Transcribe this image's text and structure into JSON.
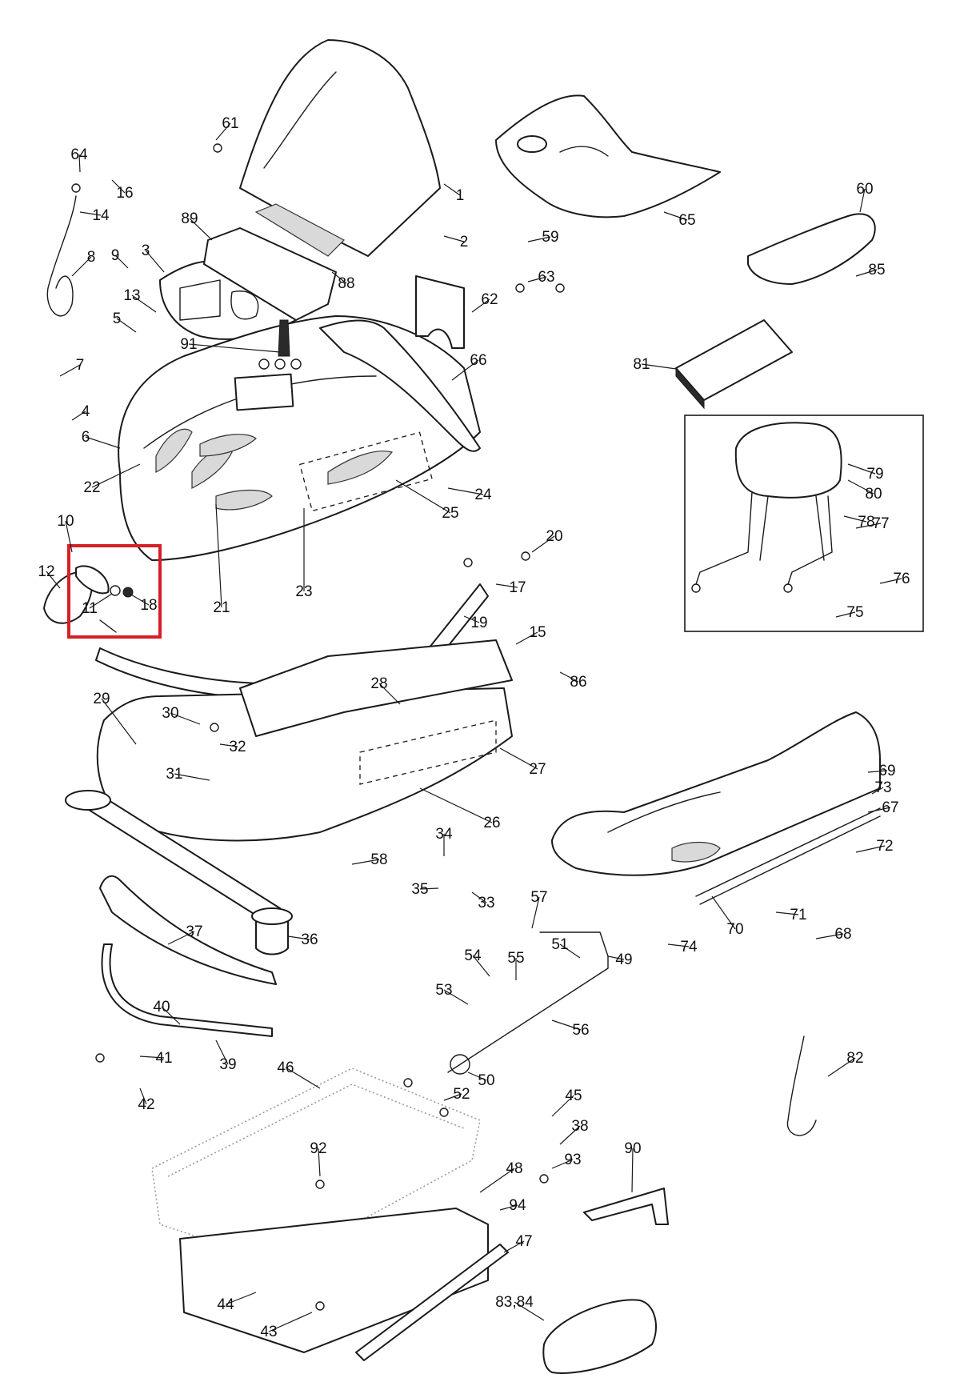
{
  "diagram": {
    "highlight_color": "#d61f26",
    "line_color": "#1a1a1a",
    "callouts": [
      "1",
      "2",
      "3",
      "4",
      "5",
      "6",
      "7",
      "8",
      "9",
      "10",
      "11",
      "12",
      "13",
      "14",
      "15",
      "16",
      "17",
      "18",
      "19",
      "20",
      "21",
      "22",
      "23",
      "24",
      "25",
      "26",
      "27",
      "28",
      "29",
      "30",
      "31",
      "32",
      "33",
      "34",
      "35",
      "36",
      "37",
      "38",
      "39",
      "40",
      "41",
      "42",
      "43",
      "44",
      "45",
      "46",
      "47",
      "48",
      "49",
      "50",
      "51",
      "52",
      "53",
      "54",
      "55",
      "56",
      "57",
      "58",
      "59",
      "60",
      "61",
      "62",
      "63",
      "64",
      "65",
      "66",
      "67",
      "68",
      "69",
      "70",
      "71",
      "72",
      "73",
      "74",
      "75",
      "76",
      "77",
      "78",
      "79",
      "80",
      "81",
      "82",
      "83,84",
      "85",
      "86",
      "88",
      "89",
      "90",
      "91",
      "92",
      "93",
      "94"
    ],
    "highlighted_group": [
      "10",
      "11",
      "12",
      "18"
    ]
  }
}
